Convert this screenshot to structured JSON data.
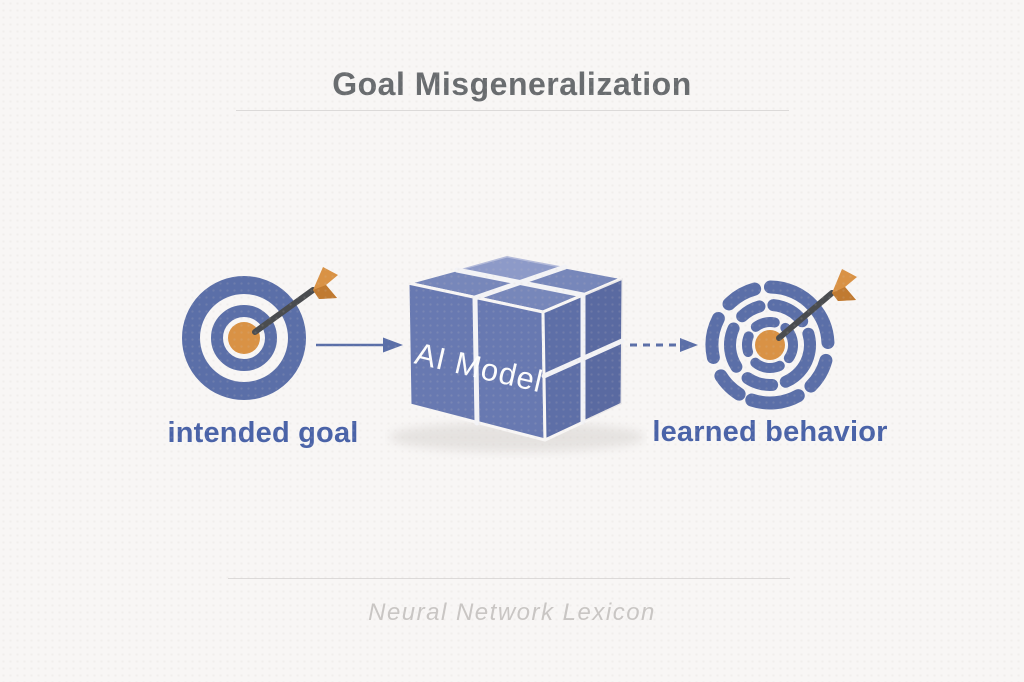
{
  "title": "Goal Misgeneralization",
  "footer": "Neural Network Lexicon",
  "diagram": {
    "intended_goal": {
      "label": "intended goal",
      "icon": "bullseye-target-with-arrow"
    },
    "ai_model": {
      "label": "AI Model",
      "icon": "3d-cube-of-blocks"
    },
    "learned_behavior": {
      "label": "learned behavior",
      "icon": "fragmented-target-with-arrow"
    },
    "flow": [
      {
        "from": "intended goal",
        "to": "AI Model",
        "style": "solid-arrow"
      },
      {
        "from": "AI Model",
        "to": "learned behavior",
        "style": "dashed-arrow"
      }
    ]
  },
  "colors": {
    "background": "#f8f6f5",
    "title_text": "#696c6f",
    "label_text": "#4a63a8",
    "target_blue": "#5b6fa8",
    "cube_top": "#7787ba",
    "cube_front": "#6879b1",
    "cube_right": "#5e6fa7",
    "accent_orange": "#d99245",
    "fletching_dark": "#c07a31",
    "arrow_shaft": "#4a4c4f",
    "divider": "#dcdad9",
    "footer_text": "#c9c6c4"
  }
}
